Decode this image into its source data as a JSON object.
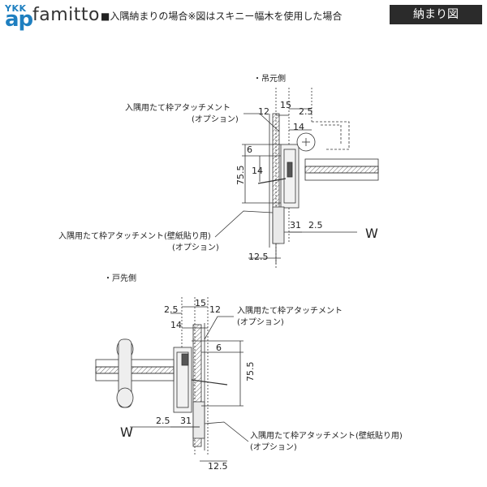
{
  "header": {
    "logo_top": "YKK",
    "logo_bottom": "ap",
    "brand": "famitto",
    "note": "■入隅納まりの場合※図はスキニー幅木を使用した場合",
    "badge": "納まり図"
  },
  "upper": {
    "section_label": "・吊元側",
    "attachment_line1": "入隅用たて枠アタッチメント",
    "attachment_line2": "(オプション)",
    "wallpaper_line1": "入隅用たて枠アタッチメント(壁紙貼り用)",
    "wallpaper_line2": "(オプション)",
    "dims": {
      "d12": "12",
      "d15": "15",
      "d2_5a": "2.5",
      "d14a": "14",
      "d6": "6",
      "d14b": "14",
      "d75_5": "75.5",
      "d31": "31",
      "d2_5b": "2.5",
      "d12_5": "12.5"
    },
    "w": "W"
  },
  "lower": {
    "section_label": "・戸先側",
    "attachment_line1": "入隅用たて枠アタッチメント",
    "attachment_line2": "(オプション)",
    "wallpaper_line1": "入隅用たて枠アタッチメント(壁紙貼り用)",
    "wallpaper_line2": "(オプション)",
    "dims": {
      "d15": "15",
      "d2_5a": "2.5",
      "d12": "12",
      "d14": "14",
      "d6": "6",
      "d75_5": "75.5",
      "d2_5b": "2.5",
      "d31": "31",
      "d12_5": "12.5"
    },
    "w": "W"
  }
}
